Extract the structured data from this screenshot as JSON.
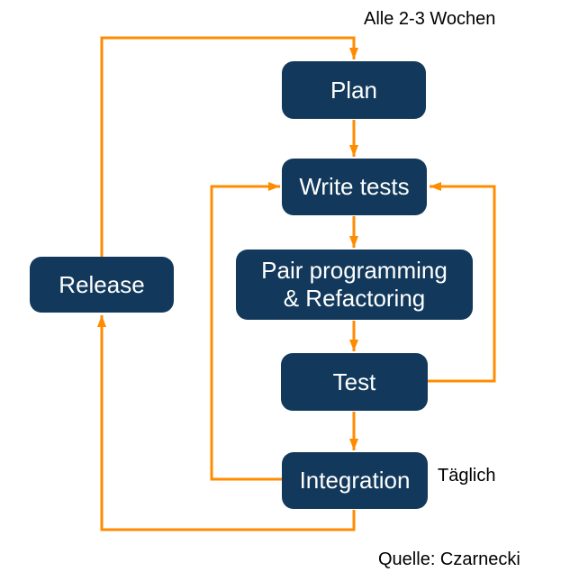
{
  "colors": {
    "background": "#ffffff",
    "node_fill": "#12395b",
    "node_text": "#ffffff",
    "arrow": "#ff8c00",
    "annotation_text": "#000000"
  },
  "nodes": {
    "plan": {
      "label": "Plan"
    },
    "write_tests": {
      "label": "Write tests"
    },
    "pair_programming": {
      "lines": [
        "Pair programming",
        "& Refactoring"
      ]
    },
    "test": {
      "label": "Test"
    },
    "integration": {
      "label": "Integration"
    },
    "release": {
      "label": "Release"
    }
  },
  "annotations": {
    "cycle_weeks": "Alle 2-3 Wochen",
    "cycle_daily": "Täglich",
    "source": "Quelle: Czarnecki"
  }
}
